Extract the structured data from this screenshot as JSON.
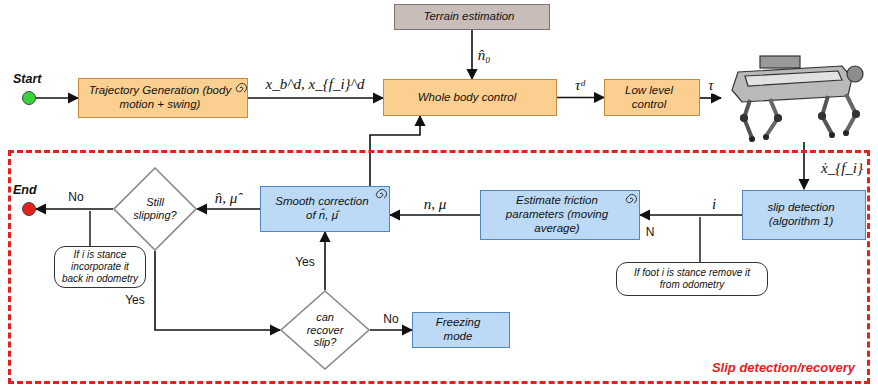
{
  "diagram": {
    "nodes": [
      {
        "text": [
          "Start"
        ]
      },
      {
        "text": [
          "Trajectory Generation (body motion + swing)"
        ]
      },
      {
        "text": [
          "Terrain estimation"
        ]
      },
      {
        "text": [
          "Whole body control"
        ]
      },
      {
        "text": [
          "Low level control"
        ]
      },
      {
        "text": [
          "Slip detection/recovery"
        ]
      },
      {
        "text": [
          "End"
        ],
        "in": 5
      },
      {
        "text": [
          "Still slipping?"
        ],
        "in": 5
      },
      {
        "text": [
          "If i is stance incorporate it back in odometry"
        ],
        "in": 5
      },
      {
        "text": [
          "Smooth correction of n̂, μ̂"
        ],
        "in": 5
      },
      {
        "text": [
          "Estimate friction parameters (moving average)"
        ],
        "in": 5
      },
      {
        "text": [
          "slip detection (algorithm 1)"
        ],
        "in": 5
      },
      {
        "text": [
          "If foot i is stance remove it from odometry"
        ],
        "in": 5
      },
      {
        "text": [
          "can recover slip?"
        ],
        "in": 5
      },
      {
        "text": [
          "Freezing mode"
        ],
        "in": 5
      }
    ],
    "edges": [
      {
        "from": 0,
        "to": 1,
        "arrow": "to"
      },
      {
        "from": 1,
        "to": 3,
        "label": "x_b^d, x_{f_i}^d",
        "arrow": "to"
      },
      {
        "from": 2,
        "to": 3,
        "label": "n̂₀",
        "arrow": "to"
      },
      {
        "from": 3,
        "to": 4,
        "label": "τᵈ",
        "arrow": "to"
      },
      {
        "from": 11,
        "to": 10,
        "label": "i",
        "arrow": "to"
      },
      {
        "from": 10,
        "to": 9,
        "label": "n, μ",
        "arrow": "to"
      },
      {
        "from": 9,
        "to": 7,
        "label": "n̂, μ̂",
        "arrow": "to"
      },
      {
        "from": 9,
        "to": 3,
        "arrow": "to"
      },
      {
        "from": 7,
        "to": 6,
        "label": "No",
        "arrow": "to"
      },
      {
        "from": 7,
        "to": 13,
        "label": "Yes",
        "arrow": "to"
      },
      {
        "from": 13,
        "to": 9,
        "label": "Yes",
        "arrow": "to"
      },
      {
        "from": 13,
        "to": 14,
        "label": "No",
        "arrow": "to"
      }
    ],
    "labels": [
      "τ",
      "ẋ_{f_i}",
      "N"
    ]
  }
}
